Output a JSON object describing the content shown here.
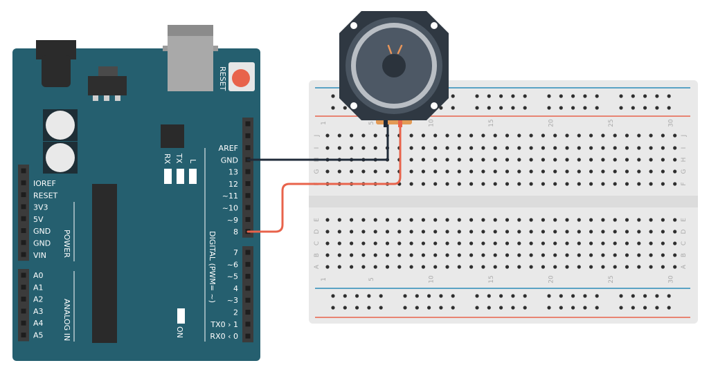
{
  "colors": {
    "board": "#255f6f",
    "board_dark": "#1d4f5d",
    "header": "#3b3b3b",
    "breadboard": "#e9e9e9",
    "rail_blue": "#2a8bb8",
    "rail_red": "#e8634b",
    "gnd_wire": "#1f2a38",
    "signal_wire": "#e8634b",
    "reset_button": "#e8634b"
  },
  "arduino": {
    "reset_label": "RESET",
    "leds": [
      "RX",
      "TX",
      "L"
    ],
    "on_label": "ON",
    "power_group": "POWER",
    "analog_group": "ANALOG IN",
    "digital_group": "DIGITAL (PWM= ~)",
    "left_power_pins": [
      "IOREF",
      "RESET",
      "3V3",
      "5V",
      "GND",
      "GND",
      "VIN"
    ],
    "left_analog_pins": [
      "A0",
      "A1",
      "A2",
      "A3",
      "A4",
      "A5"
    ],
    "right_upper_pins": [
      "AREF",
      "GND",
      "13",
      "12",
      "~11",
      "~10",
      "~9",
      "8"
    ],
    "right_lower_pins": [
      "7",
      "~6",
      "~5",
      "4",
      "~3",
      "2",
      "TX0 › 1",
      "RX0 ‹ 0"
    ]
  },
  "breadboard": {
    "column_numbers": [
      "1",
      "5",
      "10",
      "15",
      "20",
      "25",
      "30"
    ],
    "upper_rows": [
      "J",
      "I",
      "H",
      "G",
      "F"
    ],
    "lower_rows": [
      "E",
      "D",
      "C",
      "B",
      "A"
    ]
  },
  "icons": {
    "speaker": "speaker-icon",
    "usb": "usb-port-icon",
    "power_jack": "power-jack-icon"
  }
}
